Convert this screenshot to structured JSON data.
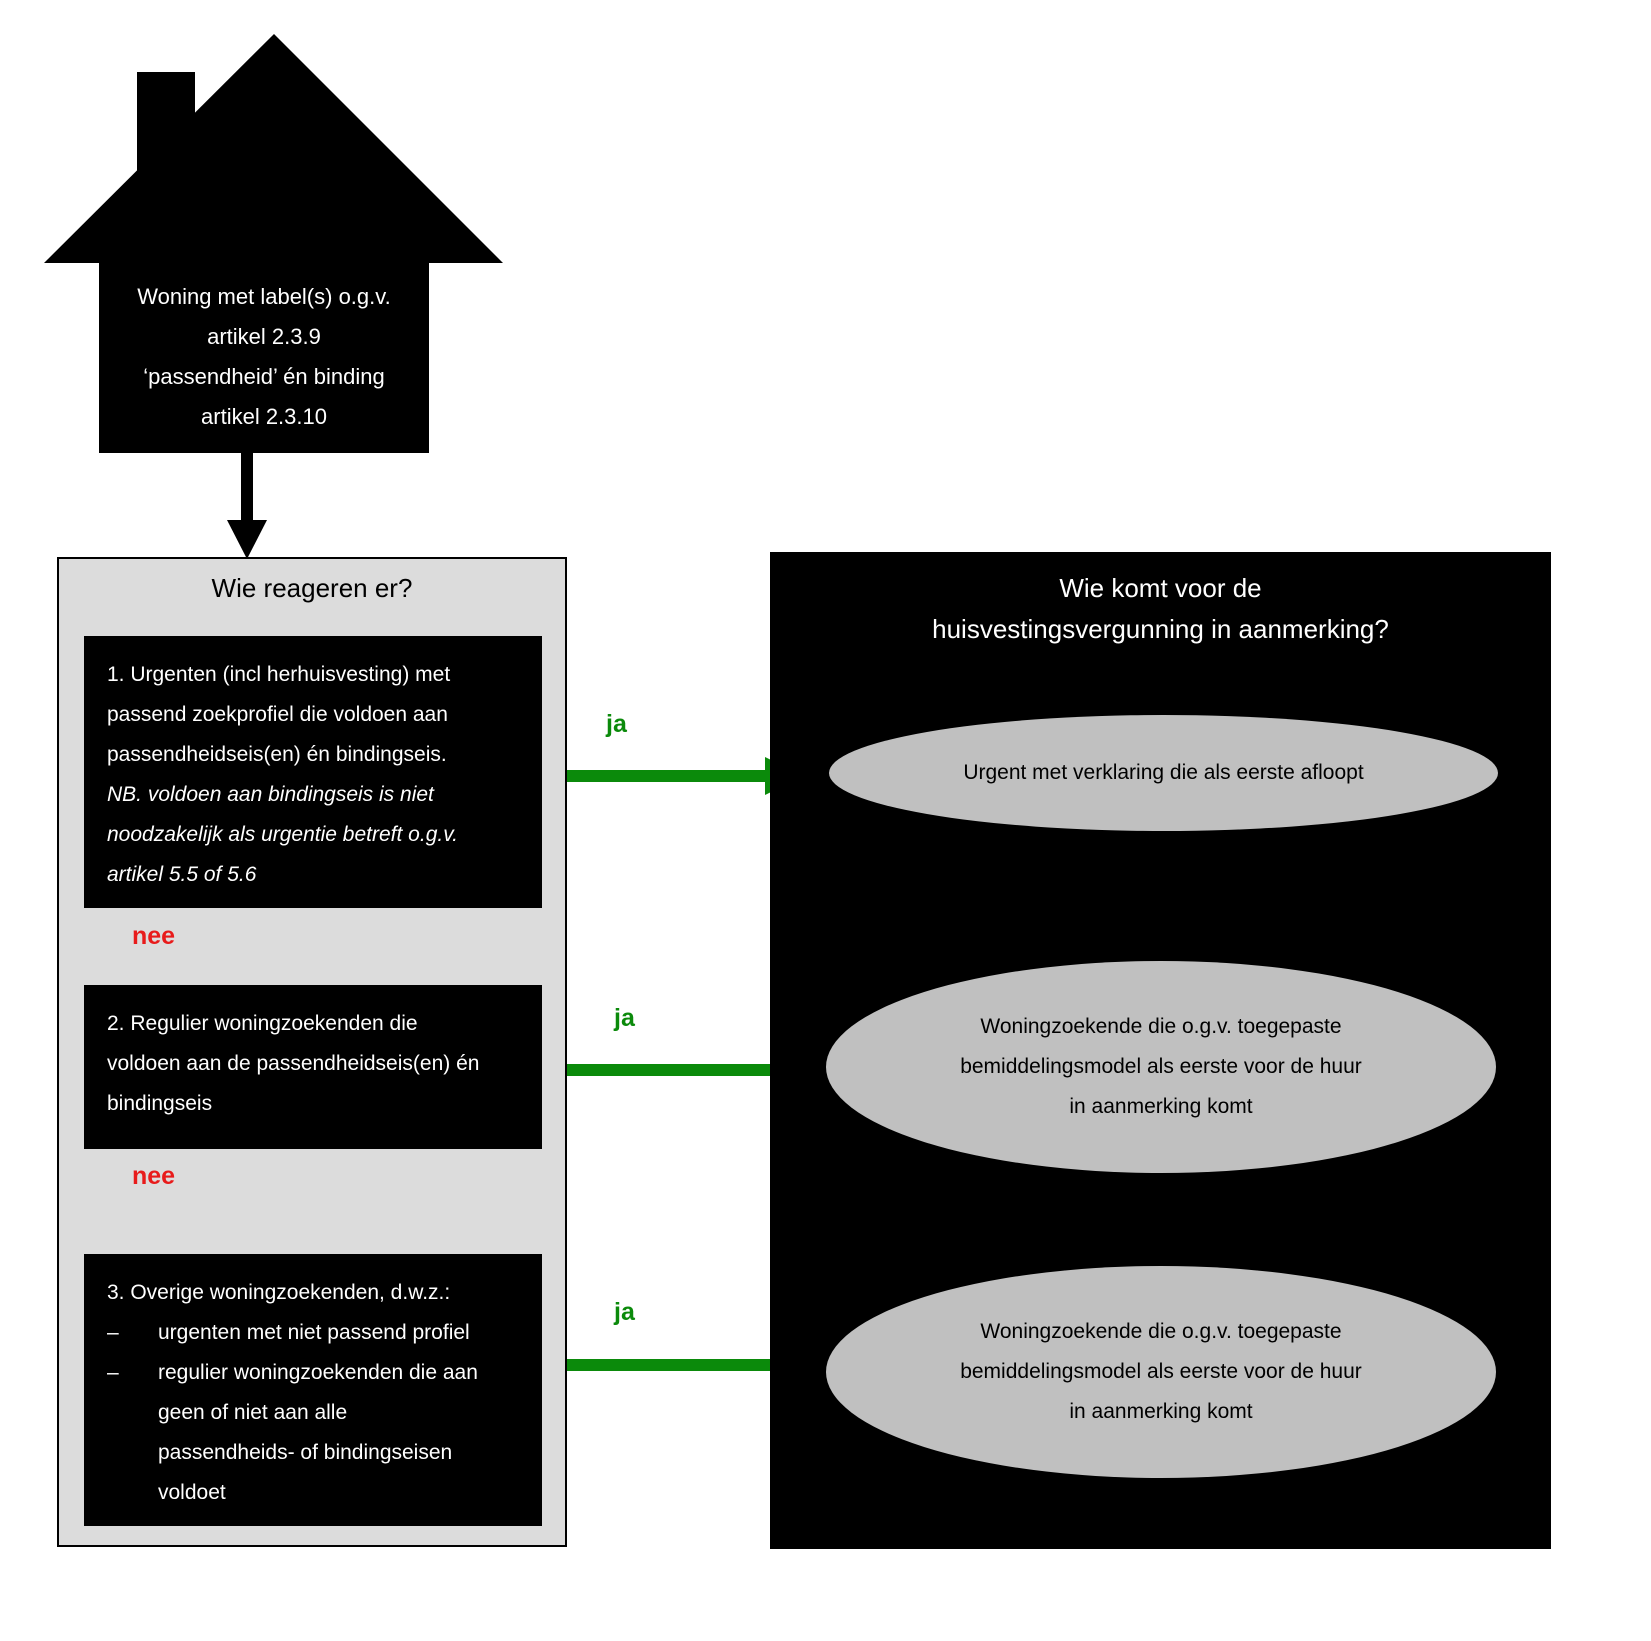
{
  "house": {
    "lines": [
      "Woning met label(s) o.g.v.",
      "artikel 2.3.9",
      "‘passendheid’ én binding",
      "artikel 2.3.10"
    ]
  },
  "left_panel": {
    "title": "Wie reageren er?",
    "box1": {
      "lines": [
        "1. Urgenten (incl herhuisvesting) met",
        "passend zoekprofiel die voldoen aan",
        "passendheidseis(en) én bindingseis."
      ],
      "italic_lines": [
        "NB. voldoen aan bindingseis is niet",
        "noodzakelijk als urgentie betreft o.g.v.",
        "artikel 5.5 of 5.6"
      ]
    },
    "box2": {
      "lines": [
        "2. Regulier woningzoekenden die",
        "voldoen aan de passendheidseis(en) én",
        "bindingseis"
      ]
    },
    "box3": {
      "heading": "3. Overige woningzoekenden, d.w.z.:",
      "bullet_dash": "–",
      "bullet1": [
        "urgenten met niet passend profiel"
      ],
      "bullet2": [
        "regulier woningzoekenden die aan",
        "geen of niet aan alle",
        "passendheids- of bindingseisen",
        "voldoet"
      ]
    }
  },
  "right_panel": {
    "title_lines": [
      "Wie komt voor de",
      "huisvestingsvergunning in aanmerking?"
    ],
    "ellipse1": "Urgent met verklaring die als eerste afloopt",
    "ellipse2": [
      "Woningzoekende die o.g.v. toegepaste",
      "bemiddelingsmodel als eerste voor de huur",
      "in aanmerking komt"
    ],
    "ellipse3": [
      "Woningzoekende die o.g.v. toegepaste",
      "bemiddelingsmodel als eerste voor de huur",
      "in aanmerking komt"
    ]
  },
  "labels": {
    "ja1": "ja",
    "ja2": "ja",
    "ja3": "ja",
    "nee1": "nee",
    "nee2": "nee"
  },
  "colors": {
    "yes_arrow": "#0b8a0b",
    "no_arrow": "#ff1a1a",
    "panel_left_bg": "#dcdcdc",
    "ellipse_bg": "#c0c0c0"
  }
}
